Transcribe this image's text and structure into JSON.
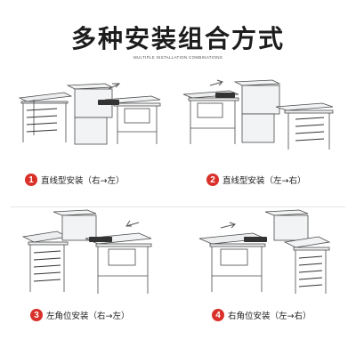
{
  "header": {
    "title": "多种安装组合方式",
    "subtitle": "MULTIPLE INSTALLATION COMBINATIONS"
  },
  "options": [
    {
      "number": "1",
      "label": "直线型安装（右→左）"
    },
    {
      "number": "2",
      "label": "直线型安装（左→右）"
    },
    {
      "number": "3",
      "label": "左角位安装（右→左）"
    },
    {
      "number": "4",
      "label": "右角位安装（左→右）"
    }
  ],
  "colors": {
    "accent": "#d9302a",
    "line": "#4a4a4a",
    "steel": "#e9eaec",
    "rack": "#3a3a3a"
  }
}
